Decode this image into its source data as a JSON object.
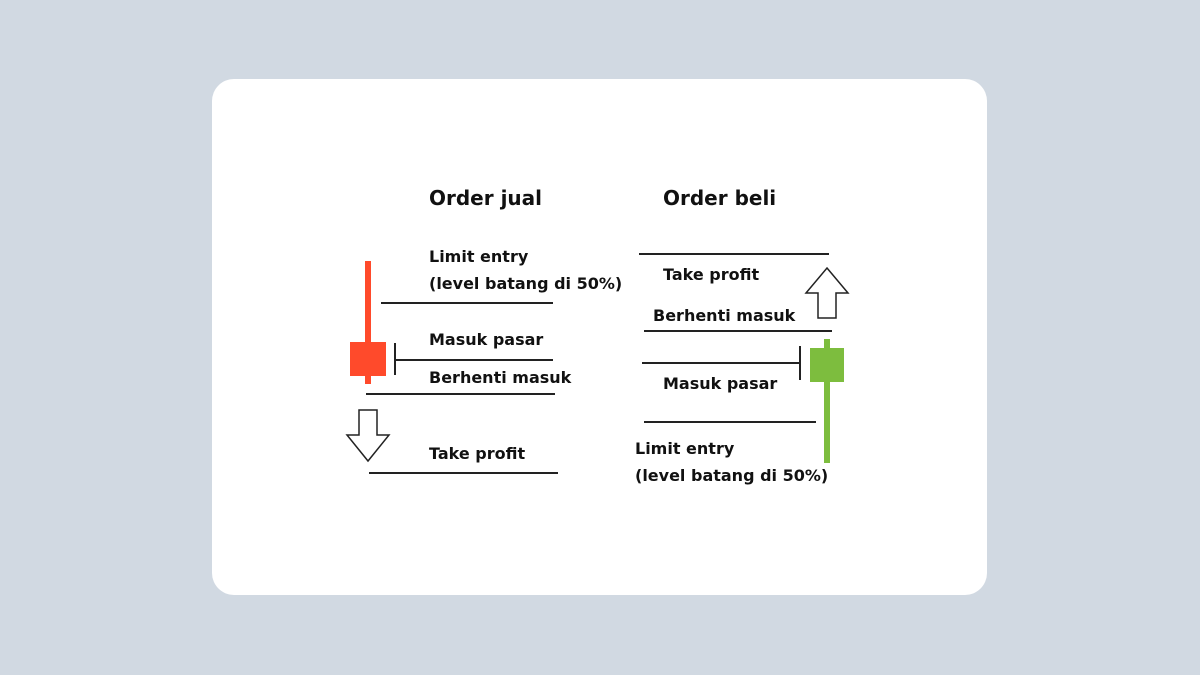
{
  "sell": {
    "title": "Order jual",
    "limit_entry_label": "Limit entry",
    "limit_entry_sublabel": "(level batang di 50%)",
    "market_entry_label": "Masuk pasar",
    "stop_entry_label": "Berhenti masuk",
    "take_profit_label": "Take profit",
    "candle_color": "#ff4a2b"
  },
  "buy": {
    "title": "Order beli",
    "take_profit_label": "Take profit",
    "stop_entry_label": "Berhenti masuk",
    "market_entry_label": "Masuk pasar",
    "limit_entry_label": "Limit entry",
    "limit_entry_sublabel": "(level batang di 50%)",
    "candle_color": "#7dbd3e"
  },
  "colors": {
    "background": "#d1d9e2",
    "card": "#ffffff",
    "line": "#222222",
    "text": "#111111"
  }
}
